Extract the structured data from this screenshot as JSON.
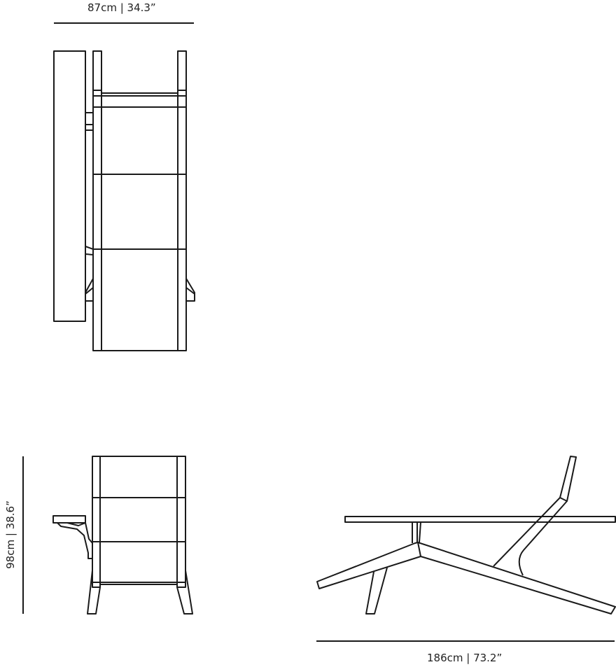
{
  "dimensions": {
    "width": "87cm | 34.3”",
    "height": "98cm | 38.6”",
    "length": "186cm | 73.2”"
  },
  "views": [
    "top-view",
    "front-view",
    "side-view"
  ]
}
